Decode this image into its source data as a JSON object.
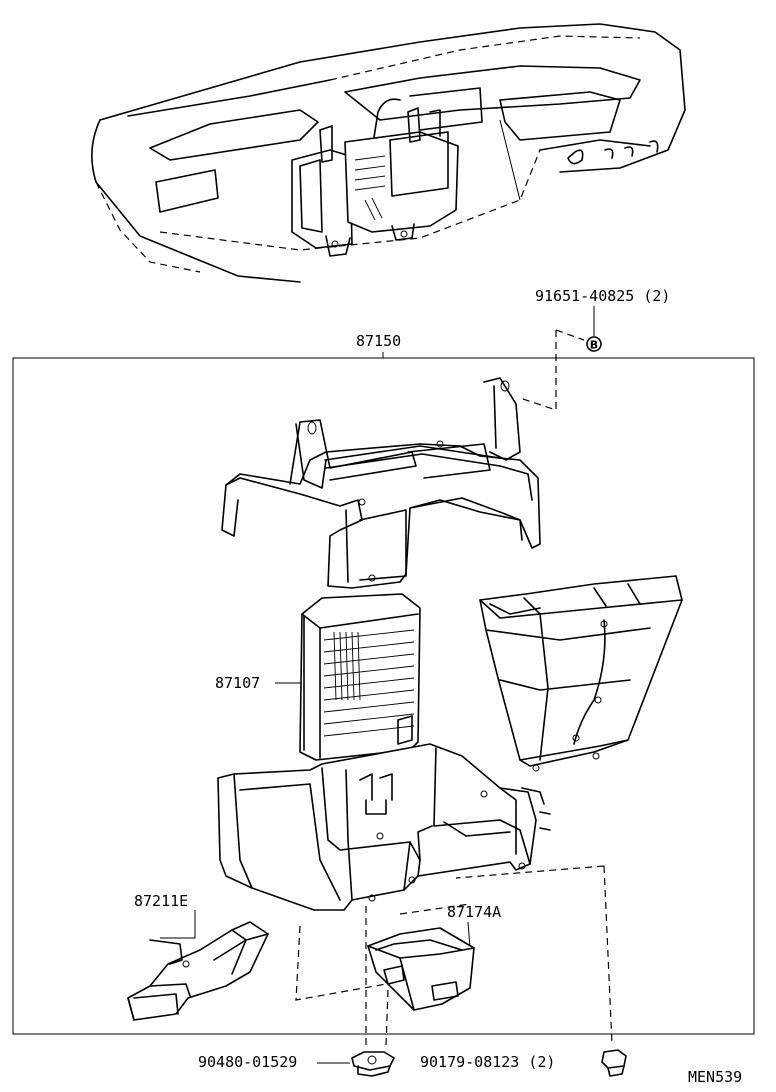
{
  "labels": {
    "top_bolt": "91651-40825 (2)",
    "bolt_marker": "B",
    "unit_assy": "87150",
    "evaporator": "87107",
    "duct_left": "87211E",
    "duct_lower": "87174A",
    "clip_left": "90480-01529",
    "clip_right": "90179-08123 (2)",
    "diagram_code": "MEN539"
  }
}
